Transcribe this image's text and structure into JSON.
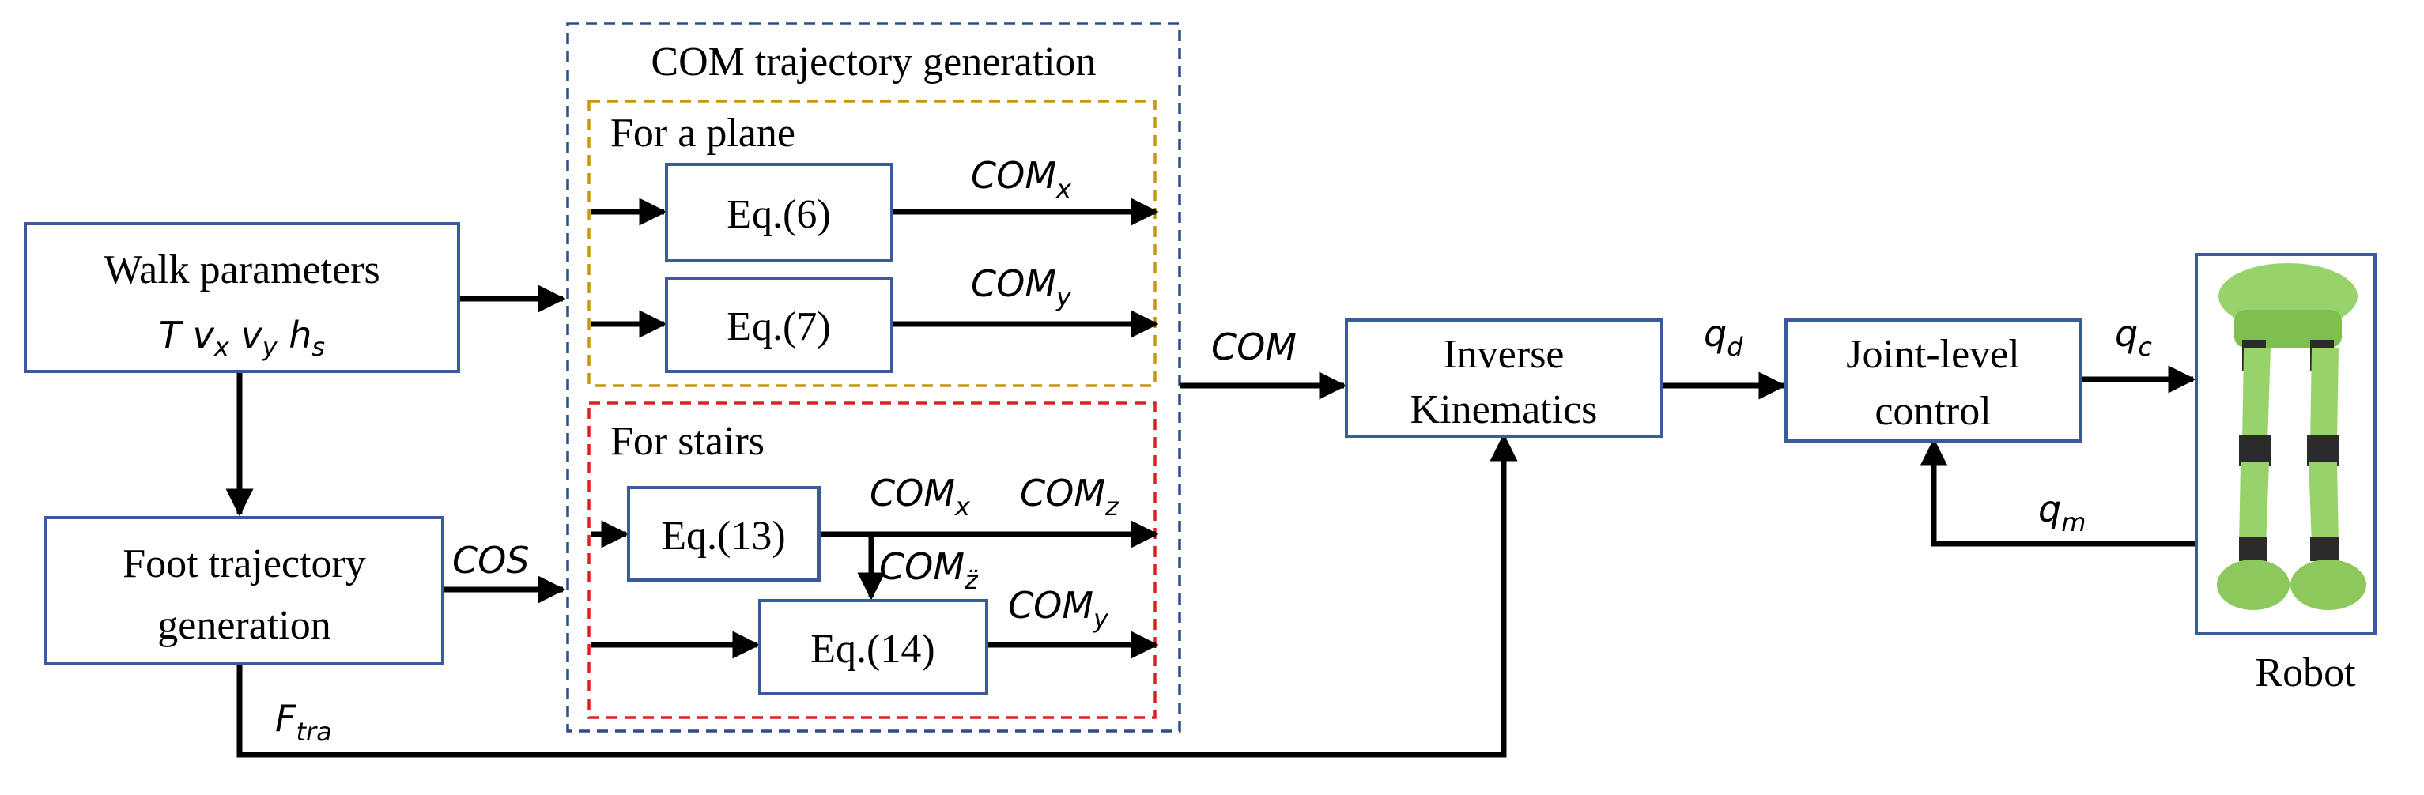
{
  "group_title": "COM trajectory generation",
  "plane_group": {
    "title": "For a plane"
  },
  "stairs_group": {
    "title": "For stairs"
  },
  "blocks": {
    "walk": {
      "line1": "Walk parameters",
      "T": "T",
      "v": "v",
      "vx_sub": "x",
      "vy_sub": "y",
      "h": "h",
      "hs_sub": "s"
    },
    "foot": {
      "line1": "Foot trajectory",
      "line2": "generation"
    },
    "eq6": "Eq.(6)",
    "eq7": "Eq.(7)",
    "eq13": "Eq.(13)",
    "eq14": "Eq.(14)",
    "ik": {
      "line1": "Inverse",
      "line2": "Kinematics"
    },
    "joint": {
      "line1": "Joint-level",
      "line2": "control"
    },
    "robot": {
      "label": "Robot"
    }
  },
  "signals": {
    "com_base": "COM",
    "comx_sub": "x",
    "comy_sub": "y",
    "comz_sub": "z",
    "comzdd_sub": "z̈",
    "com": "COM",
    "cos": "COS",
    "f_base": "F",
    "ftra_sub": "tra",
    "q_base": "q",
    "qd_sub": "d",
    "qc_sub": "c",
    "qm_sub": "m"
  },
  "colors": {
    "box_border": "#3a5b9b",
    "group_border": "#2e4c8c",
    "plane_border": "#c8960f",
    "stairs_border": "#e02020",
    "robot_body": "#98d26a"
  }
}
